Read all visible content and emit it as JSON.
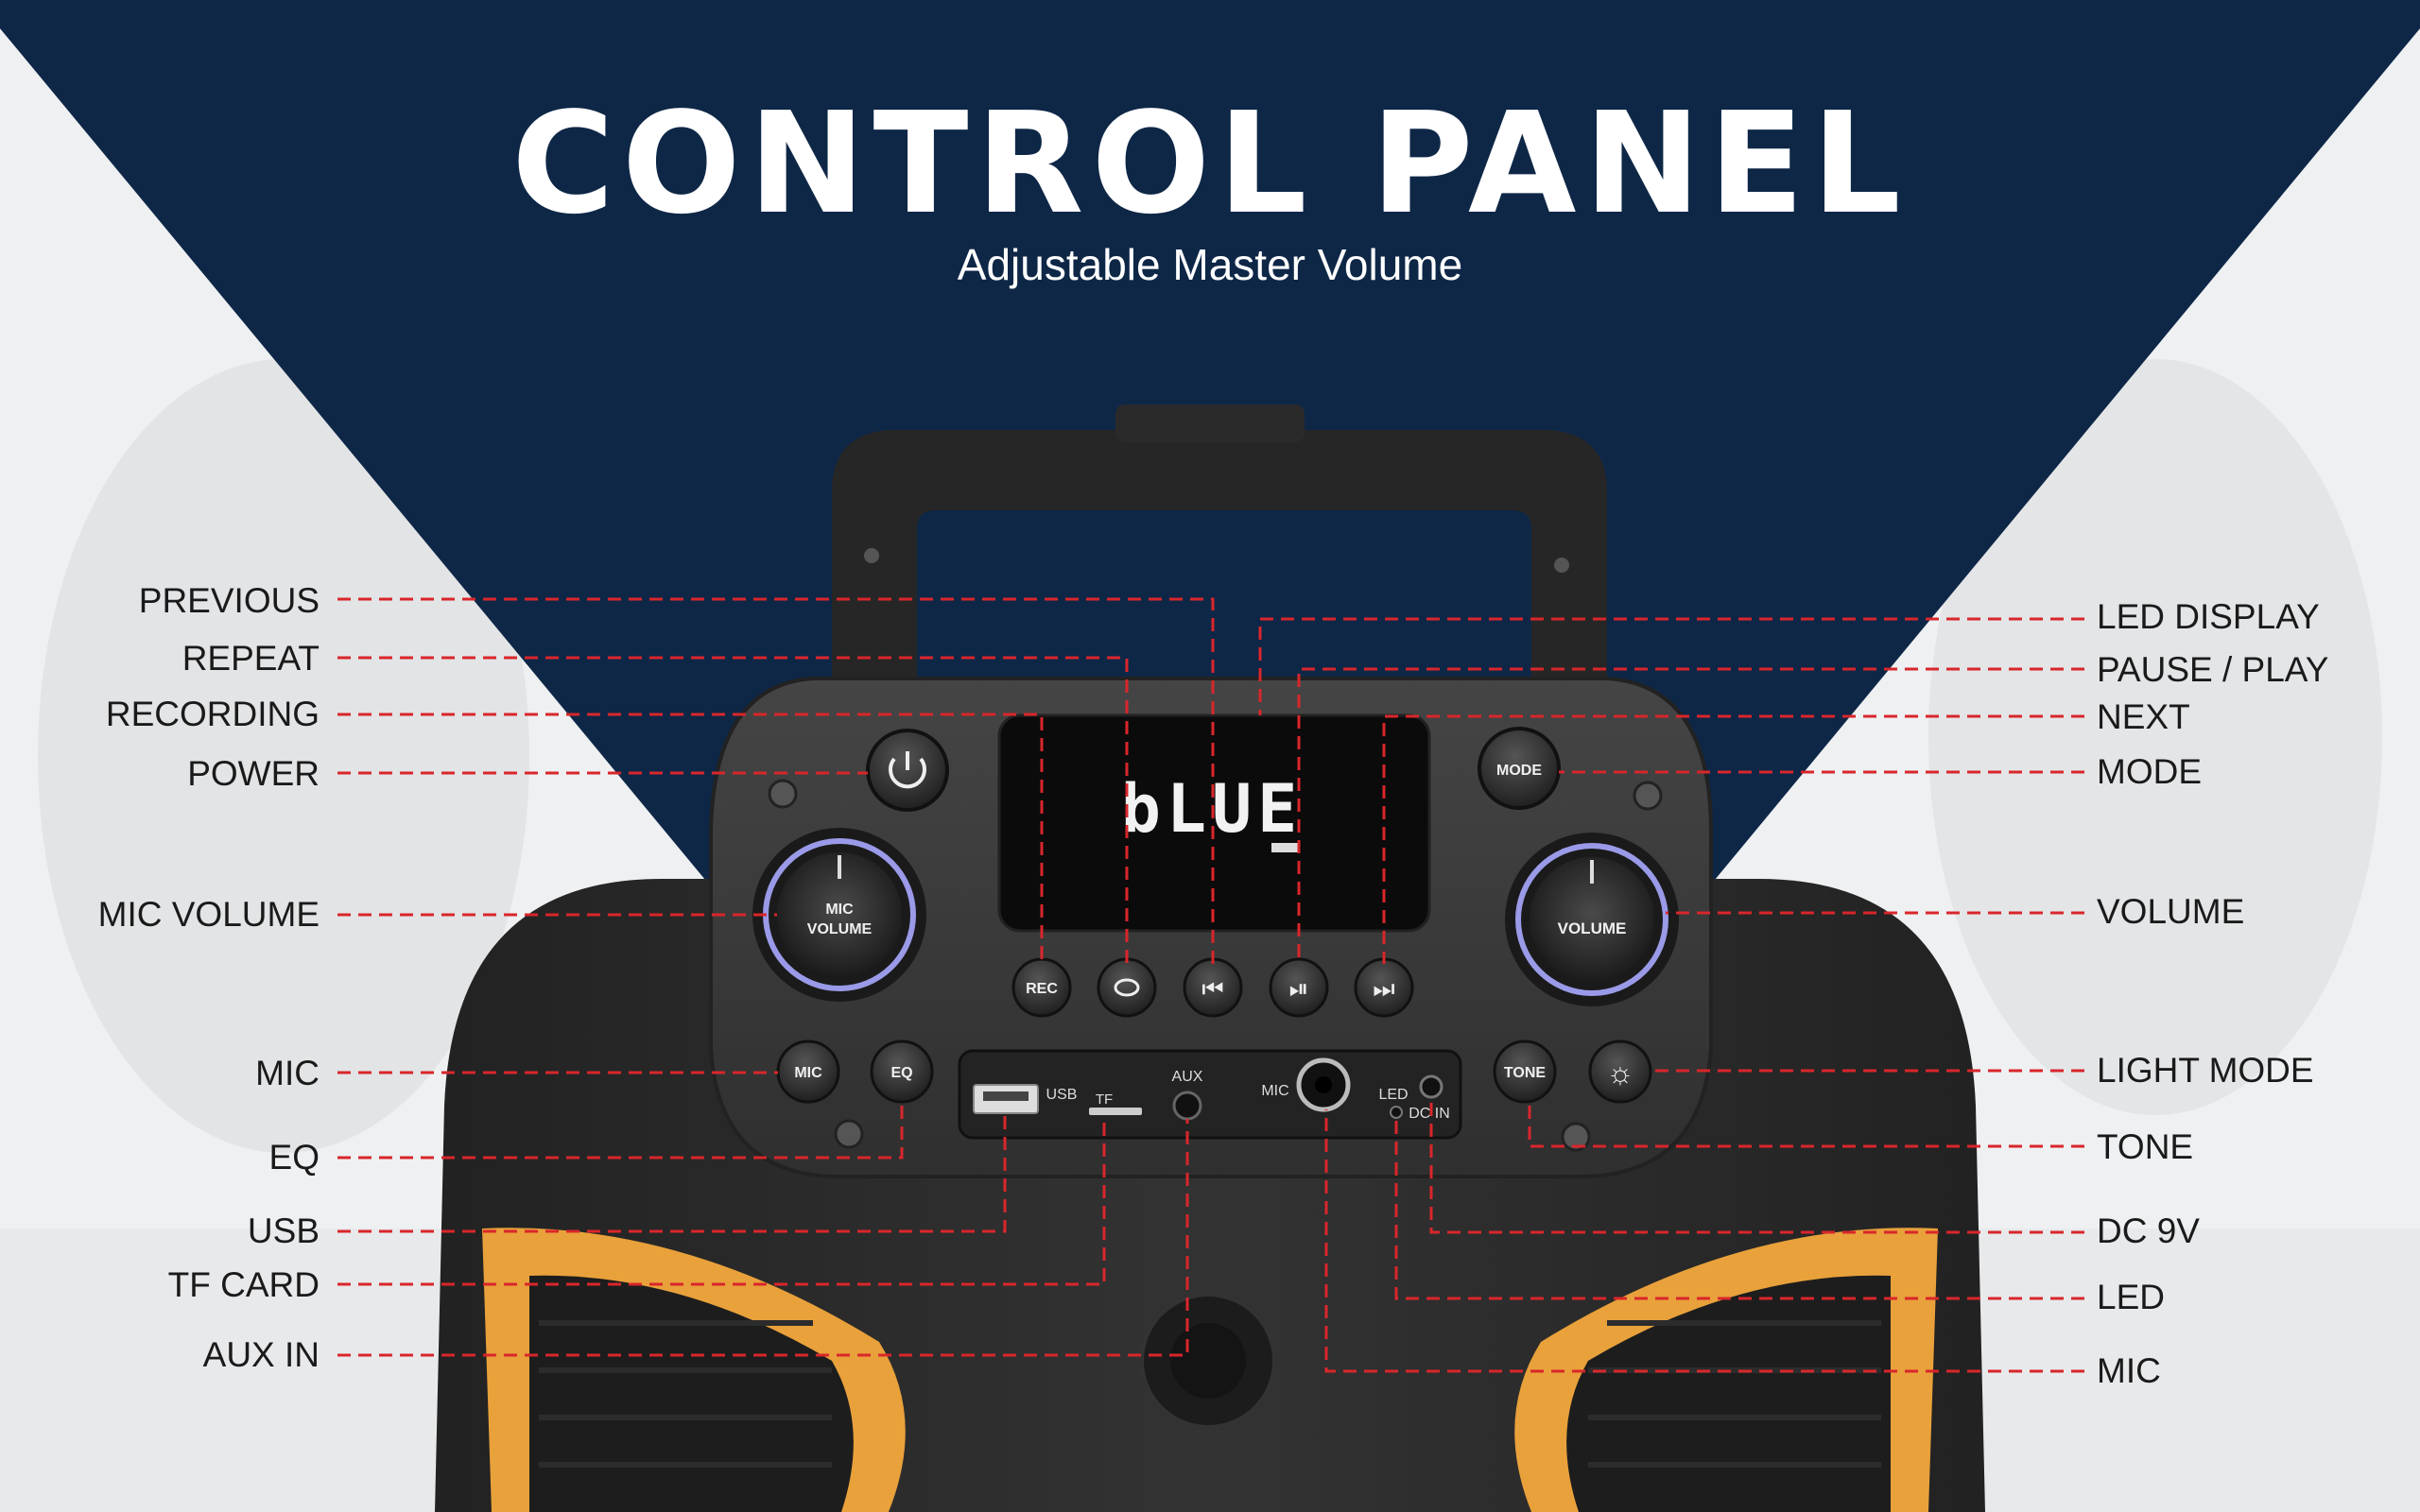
{
  "header": {
    "title": "CONTROL PANEL",
    "subtitle": "Adjustable Master Volume"
  },
  "labels_left": {
    "previous": "PREVIOUS",
    "repeat": "REPEAT",
    "recording": "RECORDING",
    "power": "POWER",
    "mic_volume": "MIC VOLUME",
    "mic": "MIC",
    "eq": "EQ",
    "usb": "USB",
    "tf_card": "TF CARD",
    "aux_in": "AUX IN"
  },
  "labels_right": {
    "led_display": "LED DISPLAY",
    "pause_play": "PAUSE / PLAY",
    "next": "NEXT",
    "mode": "MODE",
    "volume": "VOLUME",
    "light_mode": "LIGHT MODE",
    "tone": "TONE",
    "dc_9v": "DC 9V",
    "led": "LED",
    "mic": "MIC"
  },
  "device": {
    "display_text": "bLUE",
    "mic_volume_line1": "MIC",
    "mic_volume_line2": "VOLUME",
    "volume_knob": "VOLUME",
    "btn_mode": "MODE",
    "btn_rec": "REC",
    "btn_mic": "MIC",
    "btn_eq": "EQ",
    "btn_tone": "TONE",
    "port_usb": "USB",
    "port_tf": "TF",
    "port_aux": "AUX",
    "port_mic": "MIC",
    "port_led": "LED",
    "port_dcin": "DC IN"
  },
  "colors": {
    "navy": "#0e2747",
    "guide_red": "#d9262b",
    "speaker_body": "#2c2c2c",
    "panel": "#383838",
    "accent_orange": "#e9a13b",
    "knob_glow": "#a9a8ff"
  }
}
